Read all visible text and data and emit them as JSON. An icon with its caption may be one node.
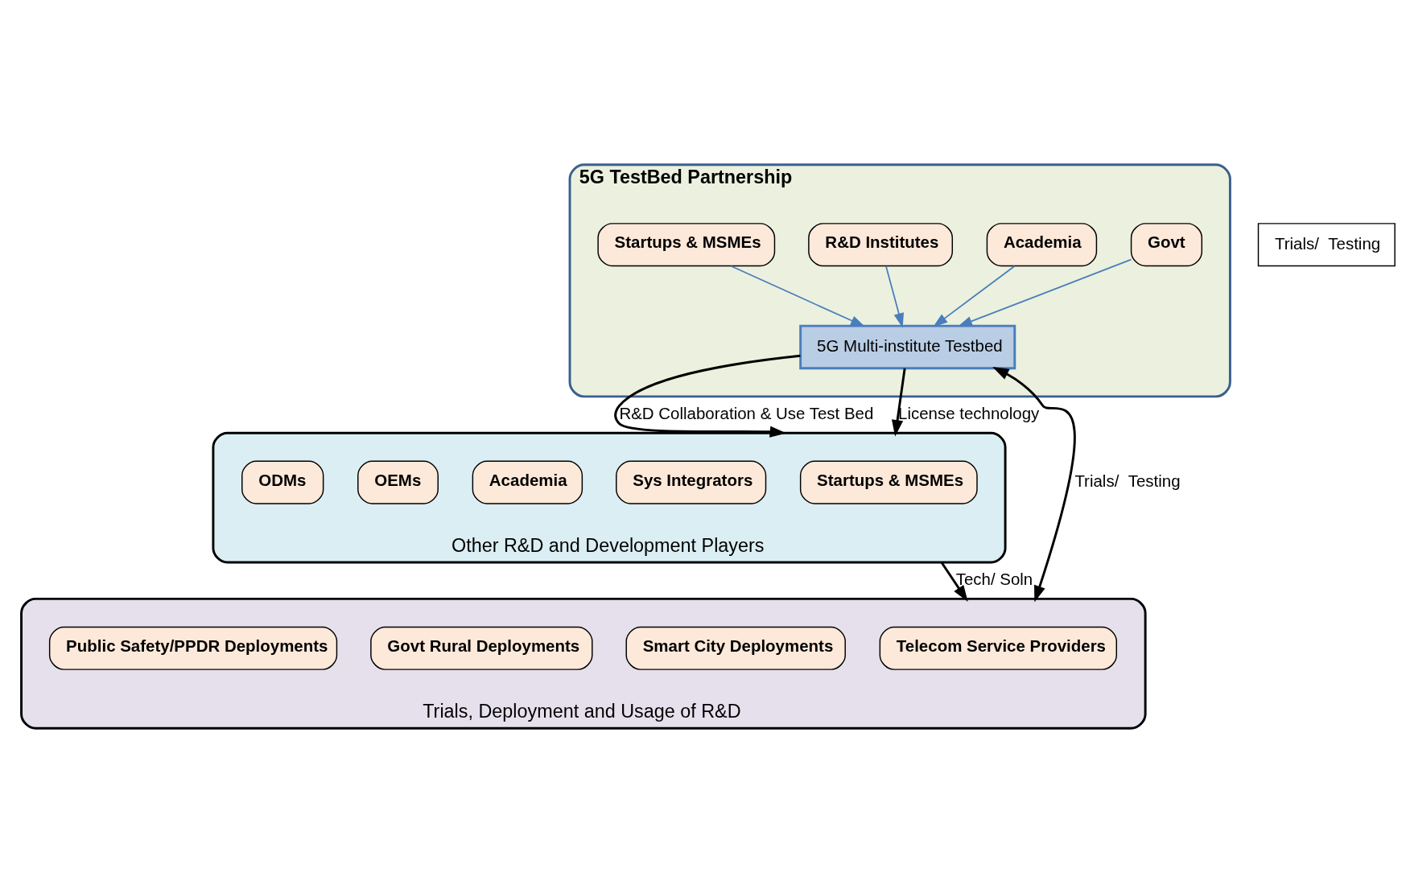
{
  "diagram": {
    "nodes": [
      {
        "text": [
          "5G TestBed Partnership"
        ]
      },
      {
        "text": [
          "Govt"
        ],
        "in": 0
      },
      {
        "text": [
          "Academia"
        ],
        "in": 0
      },
      {
        "text": [
          "5G Multi-institute Testbed"
        ],
        "in": 0
      },
      {
        "text": [
          "R&D Institutes"
        ],
        "in": 0
      },
      {
        "text": [
          "Startups & MSMEs"
        ],
        "in": 0
      },
      {
        "text": [
          "Other R&D and Development Players"
        ]
      },
      {
        "text": [
          "Startups & MSMEs"
        ],
        "in": 6
      },
      {
        "text": [
          "Sys Integrators"
        ],
        "in": 6
      },
      {
        "text": [
          "Academia"
        ],
        "in": 6
      },
      {
        "text": [
          "OEMs"
        ],
        "in": 6
      },
      {
        "text": [
          "ODMs"
        ],
        "in": 6
      },
      {
        "text": [
          "Trials, Deployment and Usage of R&D"
        ]
      },
      {
        "text": [
          "Telecom Service Providers"
        ],
        "in": 12
      },
      {
        "text": [
          "Smart City Deployments"
        ],
        "in": 12
      },
      {
        "text": [
          "Govt Rural Deployments"
        ],
        "in": 12
      },
      {
        "text": [
          "Public Safety/PPDR Deployments"
        ],
        "in": 12
      }
    ],
    "edges": [
      {
        "from": 1,
        "to": 3,
        "arrow": "to",
        "color": "#4a7ebb"
      },
      {
        "from": 2,
        "to": 3,
        "arrow": "to",
        "color": "#4a7ebb"
      },
      {
        "from": 4,
        "to": 3,
        "arrow": "to",
        "color": "#4a7ebb"
      },
      {
        "from": 5,
        "to": 3,
        "arrow": "to",
        "color": "#4a7ebb"
      },
      {
        "from": 3,
        "to": 6,
        "arrow": "to",
        "label": "R&D Collaboration & Use Test Bed",
        "color": "#000000"
      },
      {
        "from": 3,
        "to": 6,
        "arrow": "to",
        "label": "License technology",
        "color": "#000000"
      },
      {
        "from": 3,
        "to": 12,
        "arrow": "both",
        "label": "Trials/  Testing",
        "color": "#000000"
      },
      {
        "from": 6,
        "to": 12,
        "arrow": "to",
        "label": "Tech/ Soln",
        "color": "#000000"
      }
    ],
    "labels": [
      "Trials/  Testing"
    ]
  }
}
